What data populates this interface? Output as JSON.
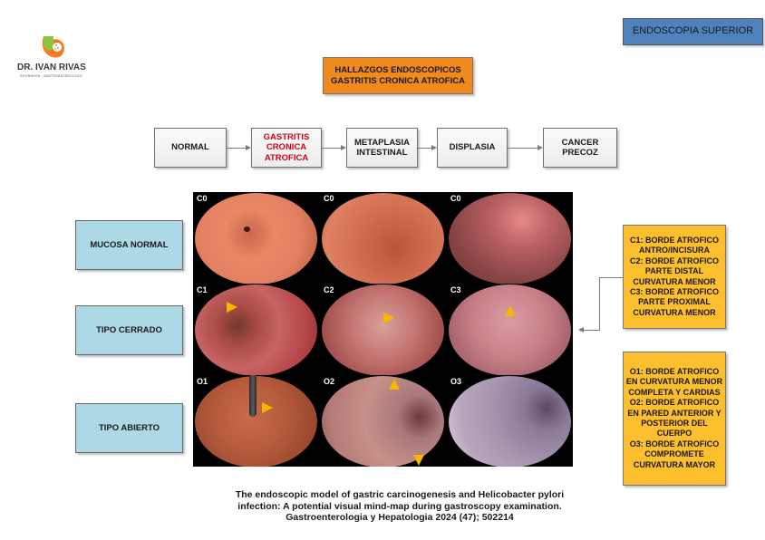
{
  "logo": {
    "name": "DR. IVAN RIVAS",
    "subtitle": "INTERNISTA - GASTROENTEROLOGO",
    "colors": {
      "green": "#8cc540",
      "orange": "#f47b20"
    }
  },
  "header_badge": {
    "label": "ENDOSCOPIA SUPERIOR",
    "color": "#4f81bd"
  },
  "title_box": {
    "lines": [
      "HALLAZGOS ENDOSCOPICOS",
      "GASTRITIS CRONICA ATROFICA"
    ],
    "color": "#f08a1c"
  },
  "progression": {
    "steps": [
      {
        "lines": [
          "NORMAL"
        ],
        "highlight": false
      },
      {
        "lines": [
          "GASTRITIS",
          "CRONICA",
          "ATROFICA"
        ],
        "highlight": true
      },
      {
        "lines": [
          "METAPLASIA",
          "INTESTINAL"
        ],
        "highlight": false
      },
      {
        "lines": [
          "DISPLASIA"
        ],
        "highlight": false
      },
      {
        "lines": [
          "CANCER",
          "PRECOZ"
        ],
        "highlight": false
      }
    ],
    "highlight_color": "#d0021b"
  },
  "categories": [
    {
      "label": "MUCOSA NORMAL"
    },
    {
      "label": "TIPO CERRADO"
    },
    {
      "label": "TIPO ABIERTO"
    }
  ],
  "images": [
    {
      "label": "C0",
      "description": "normal mucosa, antrum with pylorus"
    },
    {
      "label": "C0",
      "description": "normal mucosa, angulus"
    },
    {
      "label": "C0",
      "description": "normal mucosa, fold"
    },
    {
      "label": "C1",
      "description": "atrophic border antrum/incisura"
    },
    {
      "label": "C2",
      "description": "atrophic border distal lesser curvature"
    },
    {
      "label": "C3",
      "description": "atrophic border proximal lesser curvature"
    },
    {
      "label": "O1",
      "description": "atrophic border complete lesser curvature and cardia"
    },
    {
      "label": "O2",
      "description": "atrophic border anterior and posterior wall"
    },
    {
      "label": "O3",
      "description": "atrophic border greater curvature"
    }
  ],
  "closed_type_note": {
    "lines": [
      "C1: BORDE ATROFICO",
      "ANTRO/INCISURA",
      "C2: BORDE ATROFICO",
      "PARTE DISTAL",
      "CURVATURA MENOR",
      "C3: BORDE ATROFICO",
      "PARTE PROXIMAL",
      "CURVATURA MENOR"
    ]
  },
  "open_type_note": {
    "lines": [
      "O1: BORDE ATROFICO",
      "EN CURVATURA MENOR",
      "COMPLETA Y CARDIAS",
      "O2: BORDE ATROFICO",
      "EN PARED ANTERIOR Y",
      "POSTERIOR DEL",
      "CUERPO",
      "O3: BORDE ATROFICO",
      "COMPROMETE",
      "CURVATURA MAYOR"
    ]
  },
  "note_color": "#fdbf2d",
  "reference": {
    "lines": [
      "The endoscopic model of gastric carcinogenesis and Helicobacter pylori",
      "infection: A potential visual mind-map during gastroscopy examination.",
      "Gastroenterologia y Hepatologia  2024 (47); 502214"
    ]
  }
}
